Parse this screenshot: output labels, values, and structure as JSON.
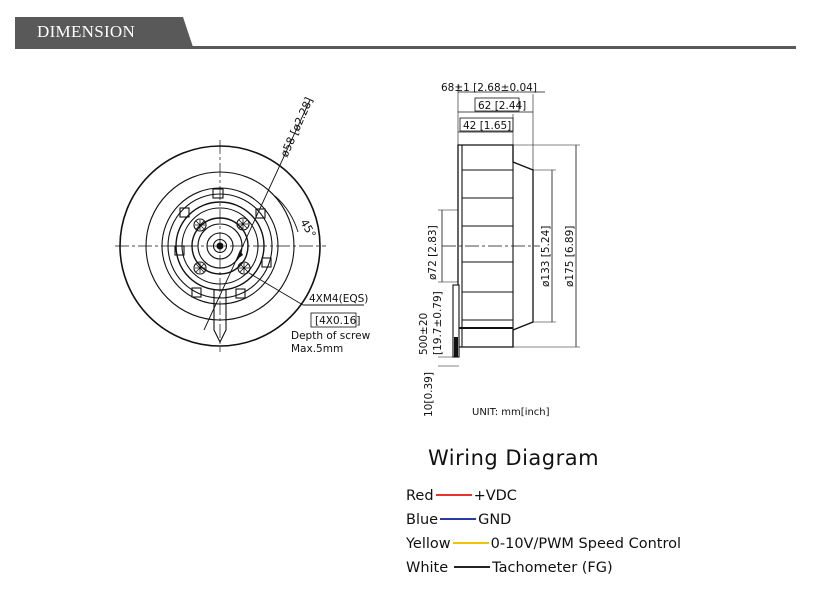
{
  "header": {
    "title": "DIMENSION"
  },
  "front_view": {
    "dia_label": "ø58 [ø2.28]",
    "angle_label": "45°",
    "screw_label": "4XM4(EQS)",
    "screw_inch": "[4X0.16]",
    "depth_label": "Depth of screw",
    "depth_max": "Max.5mm"
  },
  "side_view": {
    "width_total": "68±1 [2.68±0.04]",
    "width_mid": "62 [2.44]",
    "width_inner": "42 [1.65]",
    "hub_dia": "ø72 [2.83]",
    "inlet_dia": "ø133 [5.24]",
    "outer_dia": "ø175 [6.89]",
    "cable_length": "500±20",
    "cable_length_inch": "[19.7±0.79]",
    "cable_strip": "10[0.39]",
    "unit": "UNIT: mm[inch]"
  },
  "wiring": {
    "title": "Wiring Diagram",
    "rows": [
      {
        "color": "Red",
        "function": "+VDC",
        "line_color": "#e8322c"
      },
      {
        "color": "Blue",
        "function": "GND",
        "line_color": "#2b3a9e"
      },
      {
        "color": "Yellow",
        "function": "0-10V/PWM Speed Control",
        "line_color": "#f2c200"
      },
      {
        "color": "White",
        "function": "Tachometer (FG)",
        "line_color": "#222222"
      }
    ]
  }
}
